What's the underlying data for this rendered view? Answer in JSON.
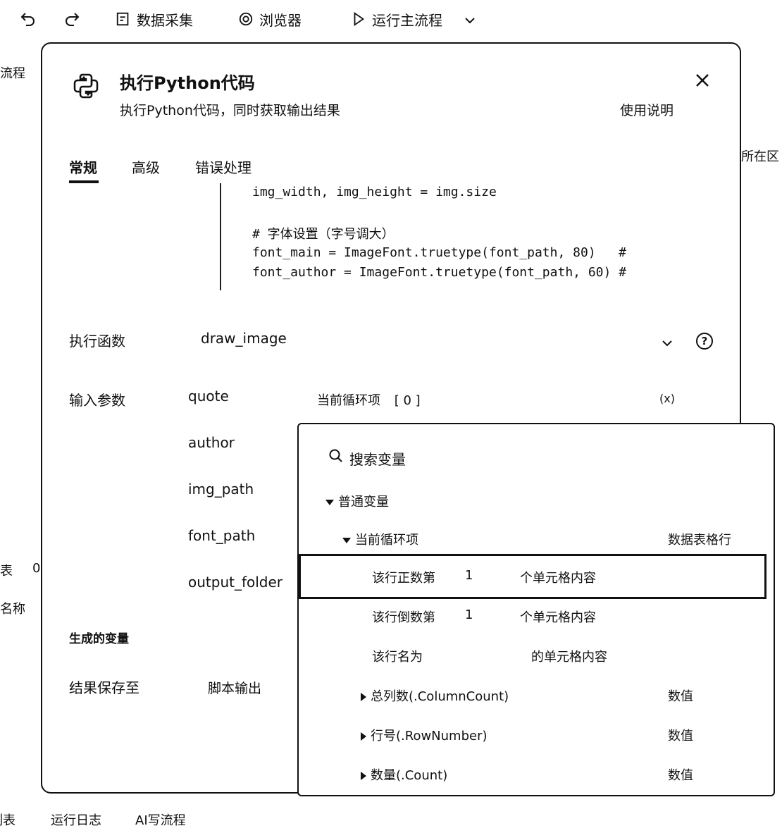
{
  "toolbar": {
    "data_collect": "数据采集",
    "browser": "浏览器",
    "run_main": "运行主流程"
  },
  "background": {
    "left_flow": "流程",
    "right_region": "所在区",
    "left_table": "表",
    "left_zero": "0",
    "left_name": "名称"
  },
  "dialog": {
    "title": "执行Python代码",
    "subtitle": "执行Python代码，同时获取输出结果",
    "help_link": "使用说明",
    "tabs": [
      "常规",
      "高级",
      "错误处理"
    ],
    "code_lines": [
      "img_width, img_height = img.size",
      "",
      "# 字体设置（字号调大）",
      "font_main = ImageFont.truetype(font_path, 80)   #",
      "font_author = ImageFont.truetype(font_path, 60) #"
    ],
    "exec_func_label": "执行函数",
    "exec_func_value": "draw_image",
    "input_params_label": "输入参数",
    "params": [
      "quote",
      "author",
      "img_path",
      "font_path",
      "output_folder"
    ],
    "quote_value_prefix": "当前循环项",
    "quote_value_index": "[ 0 ]",
    "var_icon": "(x)",
    "generated_vars_label": "生成的变量",
    "save_to_label": "结果保存至",
    "save_to_value": "脚本输出"
  },
  "variable_picker": {
    "search_placeholder": "搜索变量",
    "group": "普通变量",
    "item": "当前循环项",
    "item_type": "数据表格行",
    "rows": [
      {
        "prefix": "该行正数第",
        "num": "1",
        "suffix": "个单元格内容"
      },
      {
        "prefix": "该行倒数第",
        "num": "1",
        "suffix": "个单元格内容"
      },
      {
        "prefix": "该行名为",
        "num": "",
        "suffix": "的单元格内容"
      }
    ],
    "props": [
      {
        "name": "总列数(.ColumnCount)",
        "type": "数值"
      },
      {
        "name": "行号(.RowNumber)",
        "type": "数值"
      },
      {
        "name": "数量(.Count)",
        "type": "数值"
      }
    ]
  },
  "bottom_tabs": [
    "列表",
    "运行日志",
    "AI写流程"
  ]
}
